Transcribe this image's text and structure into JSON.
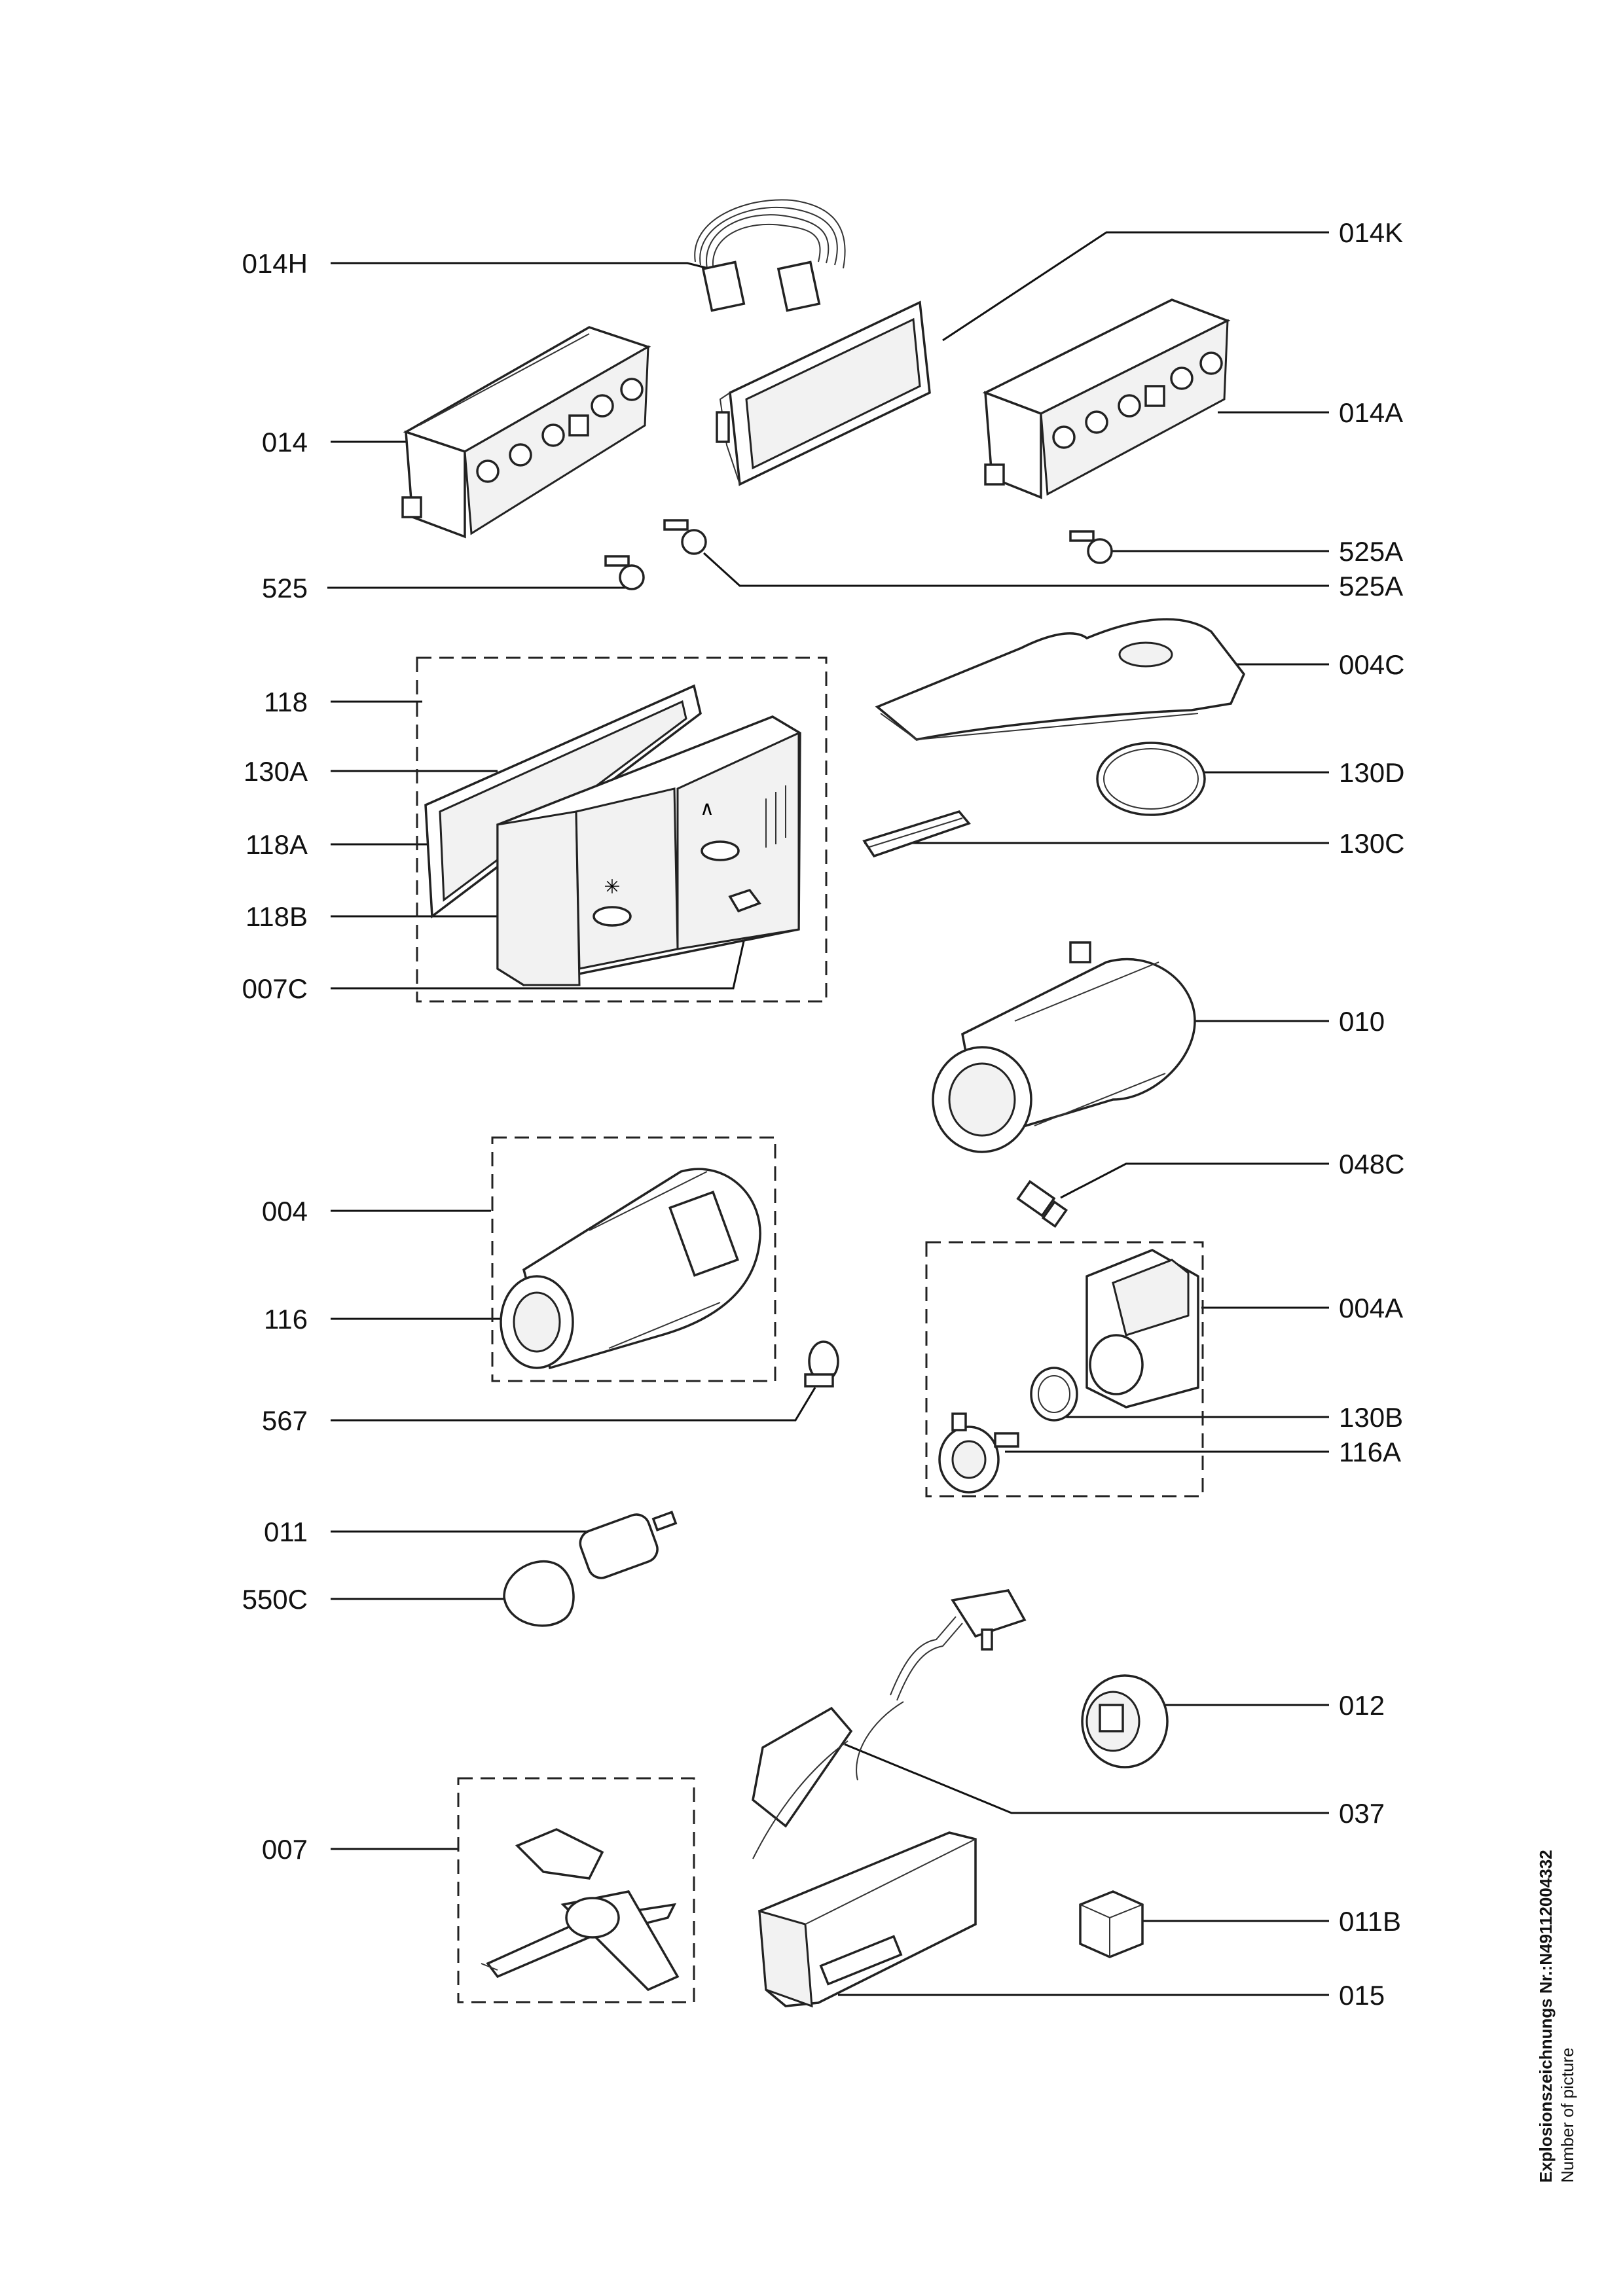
{
  "callouts_left": [
    {
      "id": "014H",
      "label": "014H"
    },
    {
      "id": "014",
      "label": "014"
    },
    {
      "id": "525",
      "label": "525"
    },
    {
      "id": "118",
      "label": "118"
    },
    {
      "id": "130A",
      "label": "130A"
    },
    {
      "id": "118A",
      "label": "118A"
    },
    {
      "id": "118B",
      "label": "118B"
    },
    {
      "id": "007C",
      "label": "007C"
    },
    {
      "id": "004",
      "label": "004"
    },
    {
      "id": "116",
      "label": "116"
    },
    {
      "id": "567",
      "label": "567"
    },
    {
      "id": "011",
      "label": "011"
    },
    {
      "id": "550C",
      "label": "550C"
    },
    {
      "id": "007",
      "label": "007"
    }
  ],
  "callouts_right": [
    {
      "id": "014K",
      "label": "014K"
    },
    {
      "id": "014A",
      "label": "014A"
    },
    {
      "id": "525A-1",
      "label": "525A"
    },
    {
      "id": "525A-2",
      "label": "525A"
    },
    {
      "id": "004C",
      "label": "004C"
    },
    {
      "id": "130D",
      "label": "130D"
    },
    {
      "id": "130C",
      "label": "130C"
    },
    {
      "id": "010",
      "label": "010"
    },
    {
      "id": "048C",
      "label": "048C"
    },
    {
      "id": "004A",
      "label": "004A"
    },
    {
      "id": "130B",
      "label": "130B"
    },
    {
      "id": "116A",
      "label": "116A"
    },
    {
      "id": "012",
      "label": "012"
    },
    {
      "id": "037",
      "label": "037"
    },
    {
      "id": "011B",
      "label": "011B"
    },
    {
      "id": "015",
      "label": "015"
    }
  ],
  "footer": {
    "drawing_number": "Explosionszeichnungs Nr.:N49112004332",
    "picture_caption": "Number of picture"
  }
}
